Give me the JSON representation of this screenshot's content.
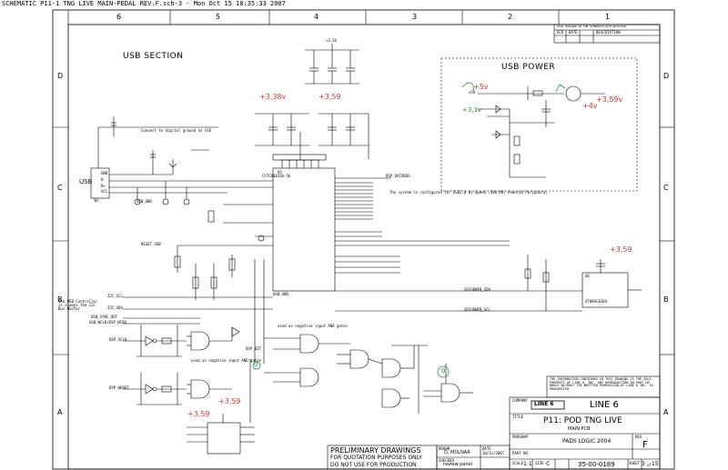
{
  "header": "SCHEMATIC P11-1 TNG LIVE MAIN-PEDAL REV.F.sch-3 - Mon Oct 15 18:35:33 2007",
  "zones_top": [
    "6",
    "5",
    "4",
    "3",
    "2",
    "1"
  ],
  "zones_side": [
    "D",
    "C",
    "B",
    "A"
  ],
  "sections": {
    "usb_section": "USB SECTION",
    "usb_power": "USB POWER"
  },
  "connector": {
    "label": "USB",
    "pins": [
      "GND",
      "D-",
      "D+",
      "VCC",
      "SH"
    ]
  },
  "chip_main": {
    "ref": "U5",
    "part": "CY7C68013A-56",
    "ref2": "CY7C68013A-56"
  },
  "nets": {
    "reset": "RESET_USB",
    "i2c_scl": "I2C_SCL",
    "i2c_sda": "I2C_SDA",
    "usb_sync": "USB_SYNC_OUT",
    "usb_wc": "USB_WCLK/DSP_WCOO",
    "dsp_sclk": "DSP_SCLK",
    "dsp_wd": "DSP_WDOUT",
    "dsp_bit": "DSP_BIT",
    "dsp_databus": "DSP_DATABUS",
    "securwer_sda": "SECURWER_SDA",
    "securwer_scl": "SECURWER_SCL",
    "usb_gnd": "USB_GND",
    "usb_gnd2": "USB_GND",
    "chassis_note": "Connect to digital ground at CGX",
    "i2c_note": "The USB Controller is always the I2C Bus Master",
    "nand_note": "used as negative input AND gates",
    "nand_note2": "used as negative input AND gates",
    "config_note": "The system is configured for USB2.0 Hi-Speed (480 Mb) Powered Peripheral",
    "vcc_33": "+3.3V",
    "vcc_5": "+5V"
  },
  "handwritten": {
    "v1": "+3,38v",
    "v2": "+3,59",
    "v3": "+5v",
    "v4": "+3,3v",
    "v5": "+4v",
    "v6": "+3,59v",
    "v7": "+3,59",
    "v8": "+3,59",
    "v9": "+3,59",
    "dot1": "0",
    "dot2": "0"
  },
  "eeprom": {
    "ref": "U6",
    "part": "AT88SC0104"
  },
  "notice": "THE INFORMATION CONTAINED IN THIS DRAWING IS THE SOLE PROPERTY OF LINE 6, INC. ANY REPRODUCTION IN PART OR WHOLE WITHOUT THE WRITTEN PERMISSION OF LINE 6 INC. IS PROHIBITED",
  "title_block": {
    "company_label": "COMPANY",
    "logo": "LINE 6",
    "company": "LINE 6",
    "title_label": "TITLE",
    "title": "P11: POD TNG LIVE",
    "subtitle": "MAIN PCB",
    "program_label": "PROGRAM",
    "program": "PADS LOGIC 2004",
    "drawn_label": "DRAWN",
    "drawn": "D. MOLNAR",
    "checked_label": "CHECKED",
    "checked": "review panel",
    "date_label": "DATE",
    "date": "10/11/2007",
    "rev_label": "REV",
    "rev": "F",
    "scale_label": "SCALE",
    "scale": "1:1",
    "size_label": "SIZE",
    "size": "C",
    "part_no_label": "PART NO",
    "part_no": "35-00-0189",
    "sheet_label": "SHEET",
    "sheet": "3",
    "of": "of",
    "sheet_total": "15"
  },
  "revision_header": [
    "ECO",
    "DATE",
    "DESCRIPTION"
  ],
  "revision_title": "FOLD HOLDING ON THE SCHEMATIC/PCB REVISION",
  "prelim": [
    "PRELIMINARY DRAWINGS",
    "FOR QUOTATION PURPOSES ONLY",
    "DO NOT USE FOR PRODUCTION"
  ]
}
